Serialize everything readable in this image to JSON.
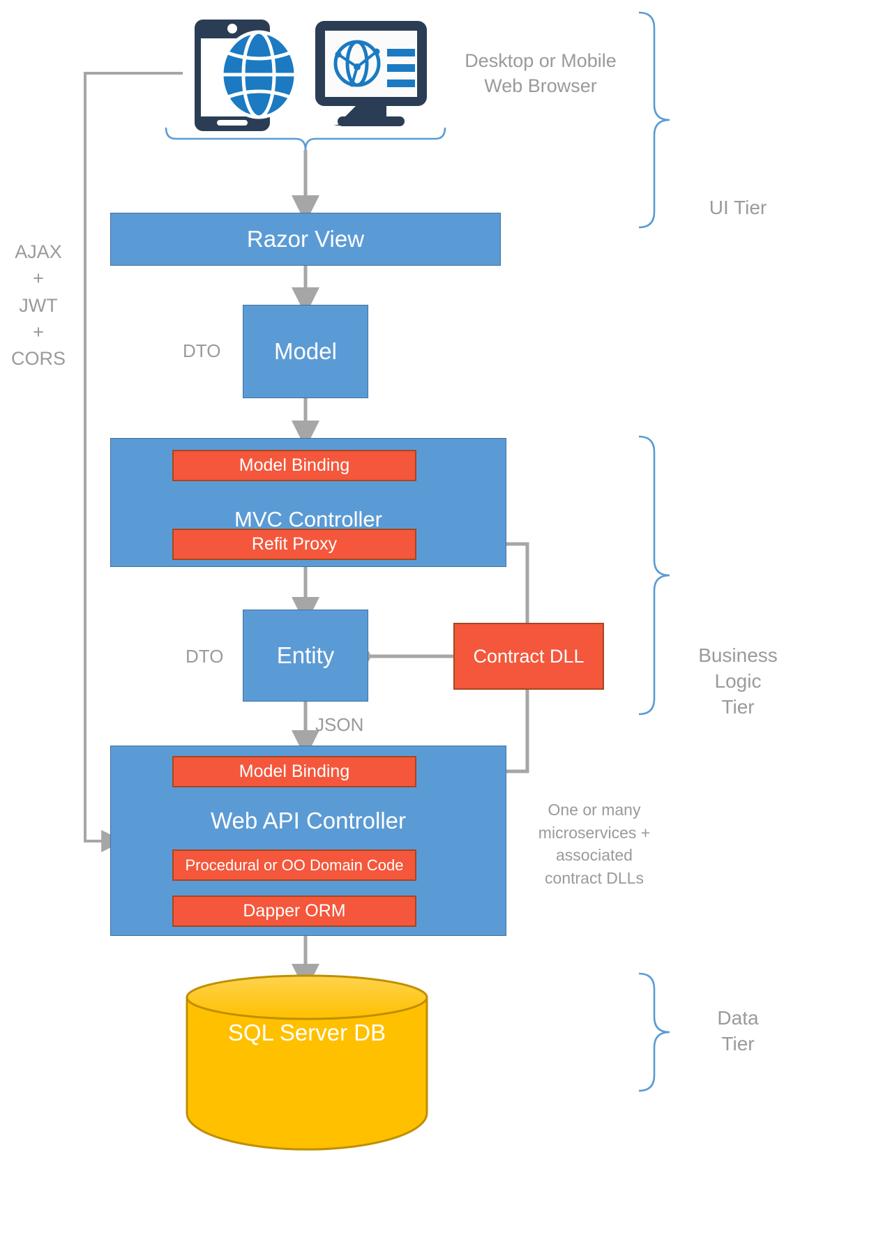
{
  "diagram": {
    "title_text_browser": "Desktop or Mobile\nWeb Browser",
    "browser_label_line1": "Desktop or Mobile",
    "browser_label_line2": "Web Browser",
    "left_annotation": {
      "line1": "AJAX",
      "line2": "+",
      "line3": "JWT",
      "line4": "+",
      "line5": "CORS"
    },
    "edge_labels": {
      "dto_model": "DTO",
      "dto_entity": "DTO",
      "json": "JSON"
    },
    "nodes": {
      "razor_view": "Razor View",
      "model": "Model",
      "mvc_controller": "MVC Controller",
      "mvc_model_binding": "Model Binding",
      "refit_proxy": "Refit Proxy",
      "entity": "Entity",
      "contract_dll": "Contract DLL",
      "web_api_controller": "Web API Controller",
      "api_model_binding": "Model Binding",
      "domain_code": "Procedural or OO Domain Code",
      "dapper_orm": "Dapper ORM",
      "database": "SQL Server DB"
    },
    "side_note": {
      "line1": "One or many",
      "line2": "microservices +",
      "line3": "associated",
      "line4": "contract DLLs"
    },
    "tiers": [
      {
        "name": "ui-tier",
        "label": "UI Tier",
        "lines": [
          "UI Tier"
        ]
      },
      {
        "name": "business-logic-tier",
        "label": "Business Logic Tier",
        "lines": [
          "Business",
          "Logic",
          "Tier"
        ]
      },
      {
        "name": "data-tier",
        "label": "Data Tier",
        "lines": [
          "Data",
          "Tier"
        ]
      }
    ],
    "colors": {
      "blue_fill": "#5b9bd5",
      "blue_stroke": "#41719c",
      "orange_fill": "#f4573b",
      "orange_stroke": "#a5471f",
      "yellow_fill": "#ffc000",
      "yellow_stroke": "#bf8f00",
      "gray_line": "#a6a6a6",
      "gray_text": "#9a9a9a",
      "brace_blue": "#5b9bd5",
      "device_navy": "#2b3d54",
      "device_blue": "#1b7ac2"
    }
  }
}
